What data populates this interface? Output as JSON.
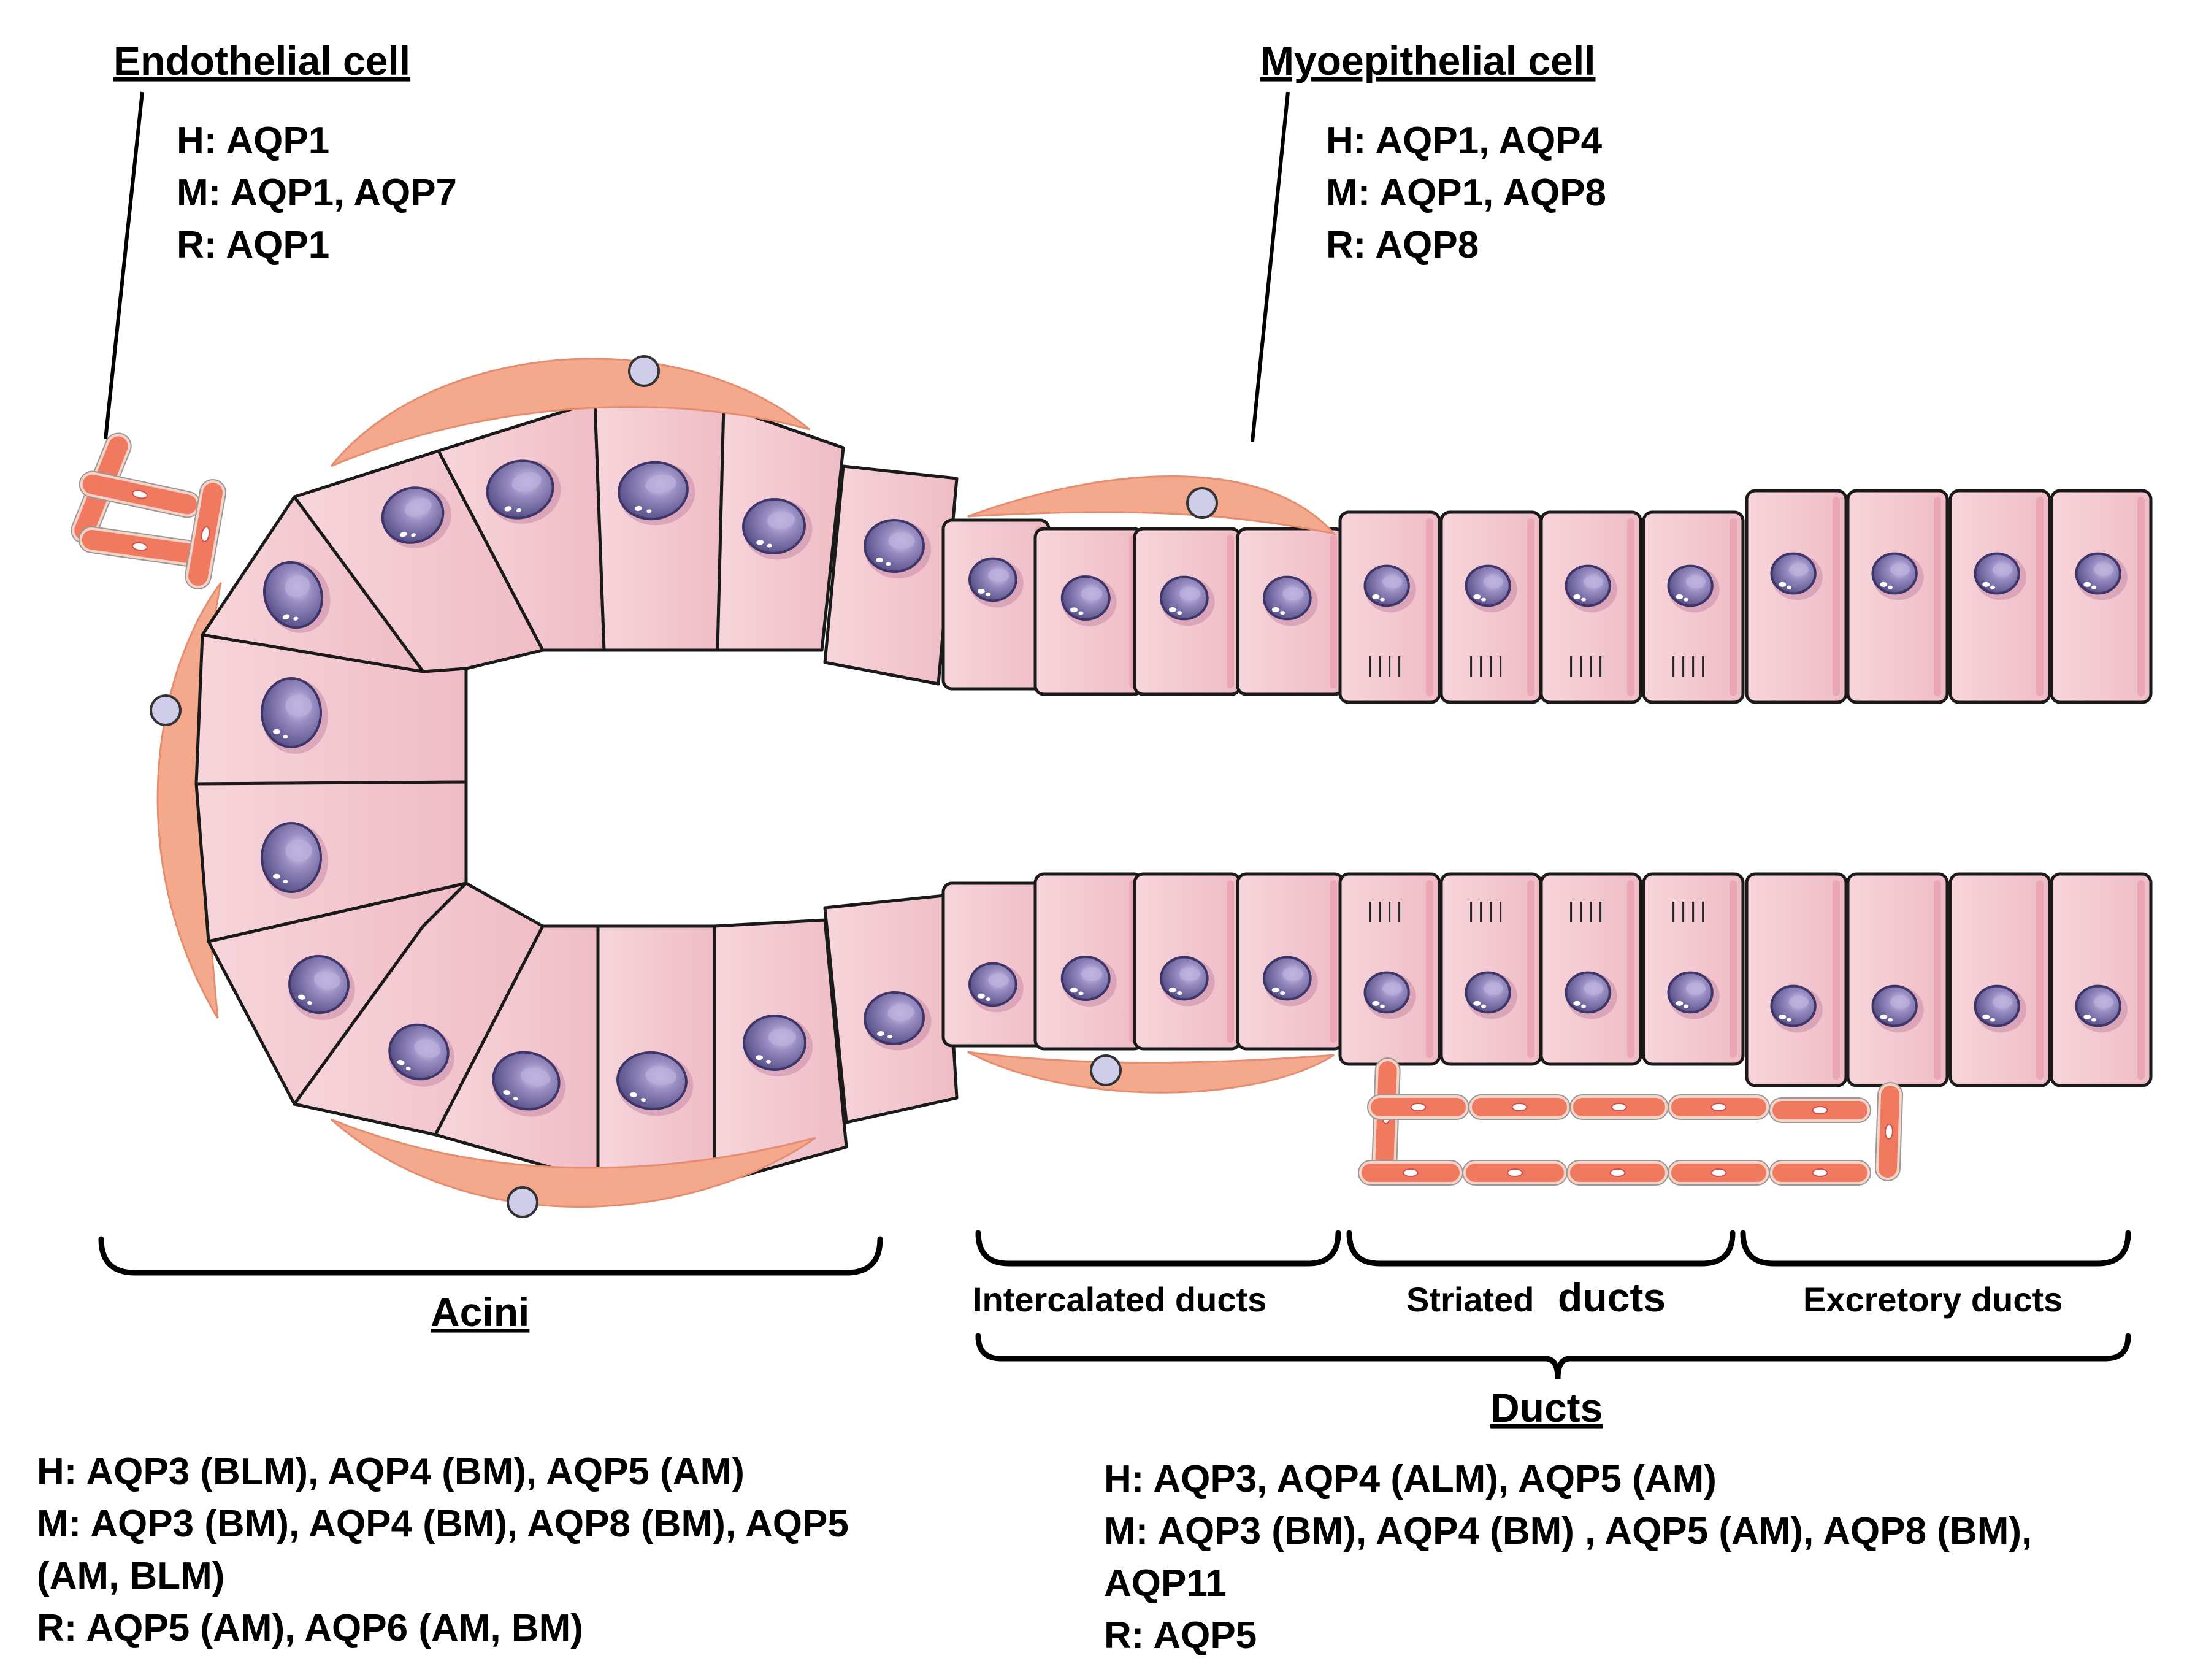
{
  "endothelial": {
    "title": "Endothelial cell",
    "lines": [
      "H: AQP1",
      "M: AQP1, AQP7",
      "R: AQP1"
    ]
  },
  "myoepithelial": {
    "title": "Myoepithelial cell",
    "lines": [
      "H: AQP1, AQP4",
      "M: AQP1, AQP8",
      "R: AQP8"
    ]
  },
  "acini": {
    "title": "Acini",
    "lines": [
      "H: AQP3 (BLM), AQP4 (BM), AQP5 (AM)",
      "M: AQP3 (BM), AQP4 (BM), AQP8 (BM), AQP5",
      "(AM, BLM)",
      "R: AQP5 (AM), AQP6 (AM, BM)"
    ]
  },
  "ducts": {
    "title": "Ducts",
    "segments": {
      "intercalated": "Intercalated ducts",
      "striated_a": "Striated",
      "striated_b": "ducts",
      "excretory": "Excretory ducts"
    },
    "lines": [
      "H: AQP3, AQP4 (ALM), AQP5 (AM)",
      "M: AQP3 (BM), AQP4 (BM) , AQP5 (AM), AQP8 (BM),",
      "AQP11",
      "R: AQP5"
    ]
  },
  "colors": {
    "cell_fill": "#f4c9d0",
    "cell_stroke": "#1a1a1a",
    "cell_shadow": "#e58aa0",
    "myoepithelial": "#f4a98c",
    "myo_nucleus": "#cfcdea",
    "nucleus": "#7d6fa6",
    "nucleus_dark": "#4e4578",
    "endo_fill": "#ef7a60",
    "endo_border": "#f8d3c8"
  }
}
